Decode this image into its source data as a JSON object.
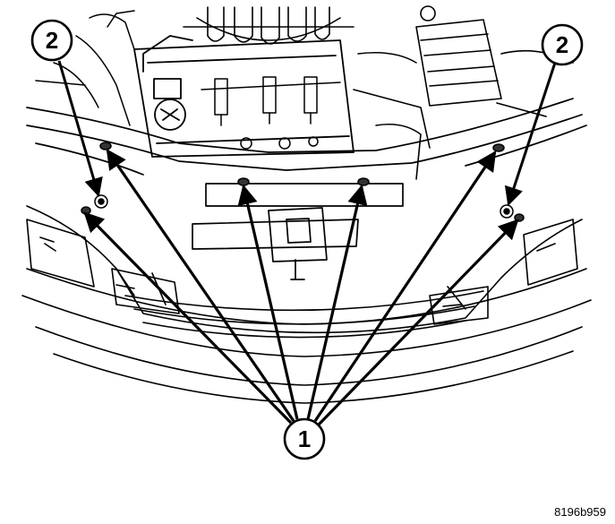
{
  "callouts": {
    "fastener_1": "1",
    "fastener_2": "2"
  },
  "figure_id": "8196b959",
  "colors": {
    "ink": "#000000",
    "background": "#ffffff"
  }
}
